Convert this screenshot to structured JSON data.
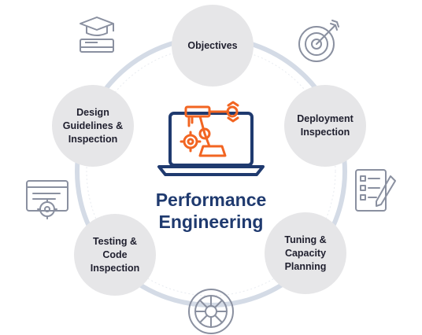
{
  "diagram": {
    "title_line1": "Performance",
    "title_line2": "Engineering",
    "nodes": [
      {
        "id": "objectives",
        "label": "Objectives"
      },
      {
        "id": "deployment",
        "label": "Deployment\nInspection"
      },
      {
        "id": "tuning",
        "label": "Tuning &\nCapacity\nPlanning"
      },
      {
        "id": "testing",
        "label": "Testing &\nCode\nInspection"
      },
      {
        "id": "design",
        "label": "Design\nGuidelines &\nInspection"
      }
    ],
    "icons": [
      "graduation-cap-book-icon",
      "target-arrow-icon",
      "checklist-pencil-icon",
      "gear-wheel-icon",
      "browser-settings-icon",
      "laptop-robotic-arm-icon"
    ],
    "colors": {
      "ring": "#d4dbe6",
      "node_fill": "#e6e6e8",
      "title": "#1f3a6f",
      "laptop": "#1f3a6f",
      "robot": "#f26522",
      "icon_stroke": "#8a90a0"
    }
  }
}
